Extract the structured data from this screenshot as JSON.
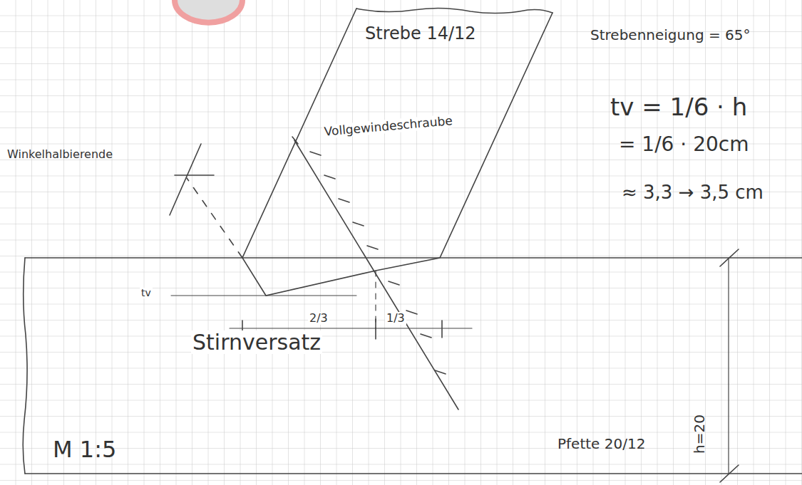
{
  "diagram": {
    "labels": [
      "Strebe 14/12",
      "Strebenneigung = 65°",
      "tv = 1/6 · h",
      "= 1/6 · 20cm",
      "≈ 3,3 → 3,5 cm",
      "Vollgewindeschraube",
      "Winkelhalbierende",
      "tv",
      "2/3",
      "1/3",
      "Stirnversatz",
      "h=20",
      "Pfette 20/12",
      "M 1:5"
    ]
  }
}
